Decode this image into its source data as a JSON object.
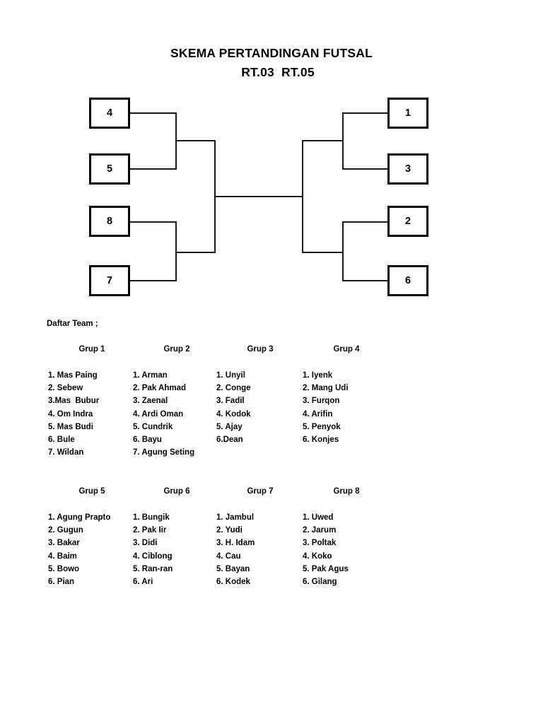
{
  "title": {
    "line1": "SKEMA PERTANDINGAN FUTSAL",
    "line2": "RT.03  RT.05"
  },
  "bracket": {
    "left_seeds": [
      "4",
      "5",
      "8",
      "7"
    ],
    "right_seeds": [
      "1",
      "3",
      "2",
      "6"
    ]
  },
  "roster": {
    "heading": "Daftar Team ;",
    "groups": [
      {
        "title": "Grup 1",
        "items": [
          "1. Mas Paing",
          "2. Sebew",
          "3.Mas  Bubur",
          "4. Om Indra",
          "5. Mas Budi",
          "6. Bule",
          "7. Wildan"
        ]
      },
      {
        "title": "Grup 2",
        "items": [
          "1. Arman",
          "2. Pak Ahmad",
          "3. Zaenal",
          "4. Ardi Oman",
          "5. Cundrik",
          "6. Bayu",
          "7. Agung Seting"
        ]
      },
      {
        "title": "Grup 3",
        "items": [
          "1. Unyil",
          "2. Conge",
          "3. Fadil",
          "4. Kodok",
          "5. Ajay",
          "6.Dean"
        ]
      },
      {
        "title": "Grup 4",
        "items": [
          "1. Iyenk",
          "2. Mang Udi",
          "3. Furqon",
          "4. Arifin",
          "5. Penyok",
          "6. Konjes"
        ]
      },
      {
        "title": "Grup 5",
        "items": [
          "1. Agung Prapto",
          "2. Gugun",
          "3. Bakar",
          "4. Baim",
          "5. Bowo",
          "6. Pian"
        ]
      },
      {
        "title": "Grup 6",
        "items": [
          "1. Bungik",
          "2. Pak Iir",
          "3. Didi",
          "4. Ciblong",
          "5. Ran-ran",
          "6. Ari"
        ]
      },
      {
        "title": "Grup 7",
        "items": [
          "1. Jambul",
          "2. Yudi",
          "3. H. Idam",
          "4. Cau",
          "5. Bayan",
          "6. Kodek"
        ]
      },
      {
        "title": "Grup 8",
        "items": [
          "1. Uwed",
          "2. Jarum",
          "3. Poltak",
          "4. Koko",
          "5. Pak Agus",
          "6. Gilang"
        ]
      }
    ]
  },
  "colors": {
    "ink": "#000000",
    "line": "#1a1a1a",
    "page": "#ffffff"
  }
}
